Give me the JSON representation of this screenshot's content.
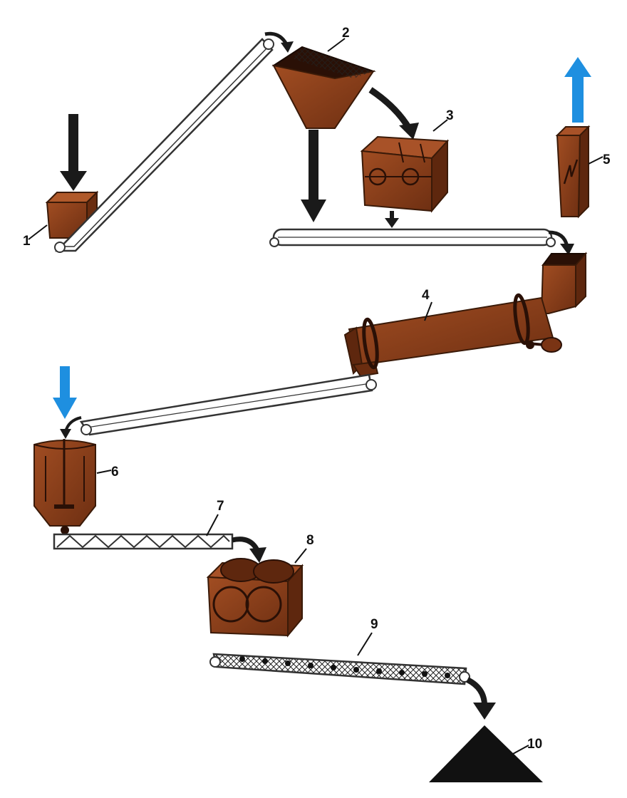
{
  "colors": {
    "equipment_brown": "#8a3e1c",
    "equipment_dark": "#4a1e0a",
    "arrow_black": "#1a1a1a",
    "arrow_blue": "#1e8fe0",
    "belt_fill": "#ffffff",
    "belt_stroke": "#333333"
  },
  "labels": {
    "n1": "1",
    "n2": "2",
    "n3": "3",
    "n4": "4",
    "n5": "5",
    "n6": "6",
    "n7": "7",
    "n8": "8",
    "n9": "9",
    "n10": "10"
  },
  "icons": {
    "input_arrow": "arrow-down-icon",
    "exhaust_arrow": "arrow-up-icon",
    "water_arrow": "arrow-down-icon",
    "flow_arrow": "curved-arrow-icon"
  }
}
